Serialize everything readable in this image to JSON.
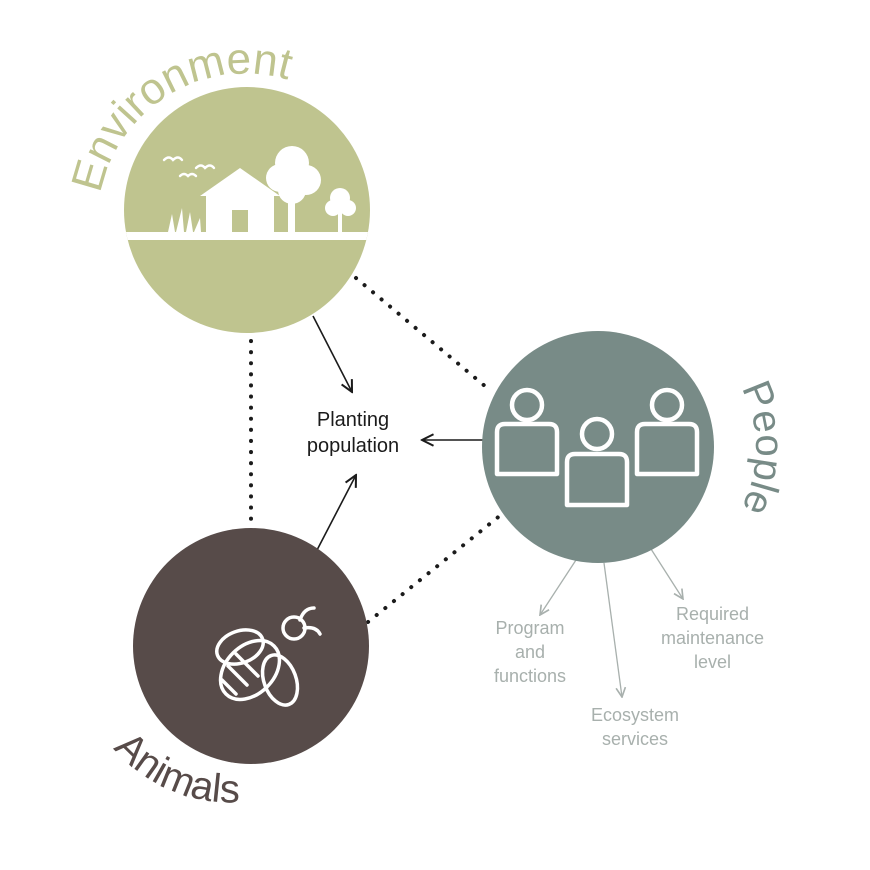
{
  "center": {
    "line1": "Planting",
    "line2": "population"
  },
  "nodes": {
    "environment": {
      "label": "Environment",
      "color": "#bfc48f",
      "icon": "house-trees-birds-icon"
    },
    "people": {
      "label": "People",
      "color": "#788b87",
      "icon": "three-people-icon"
    },
    "animals": {
      "label": "Animals",
      "color": "#574b49",
      "icon": "bee-icon"
    }
  },
  "notes": {
    "program": {
      "line1": "Program",
      "line2": "and",
      "line3": "functions"
    },
    "maintenance": {
      "line1": "Required",
      "line2": "maintenance",
      "line3": "level"
    },
    "ecosystem": {
      "line1": "Ecosystem",
      "line2": "services"
    }
  },
  "colors": {
    "arrow": "#1b1b1b",
    "dotted": "#1b1b1b",
    "note": "#a8b0ad"
  }
}
